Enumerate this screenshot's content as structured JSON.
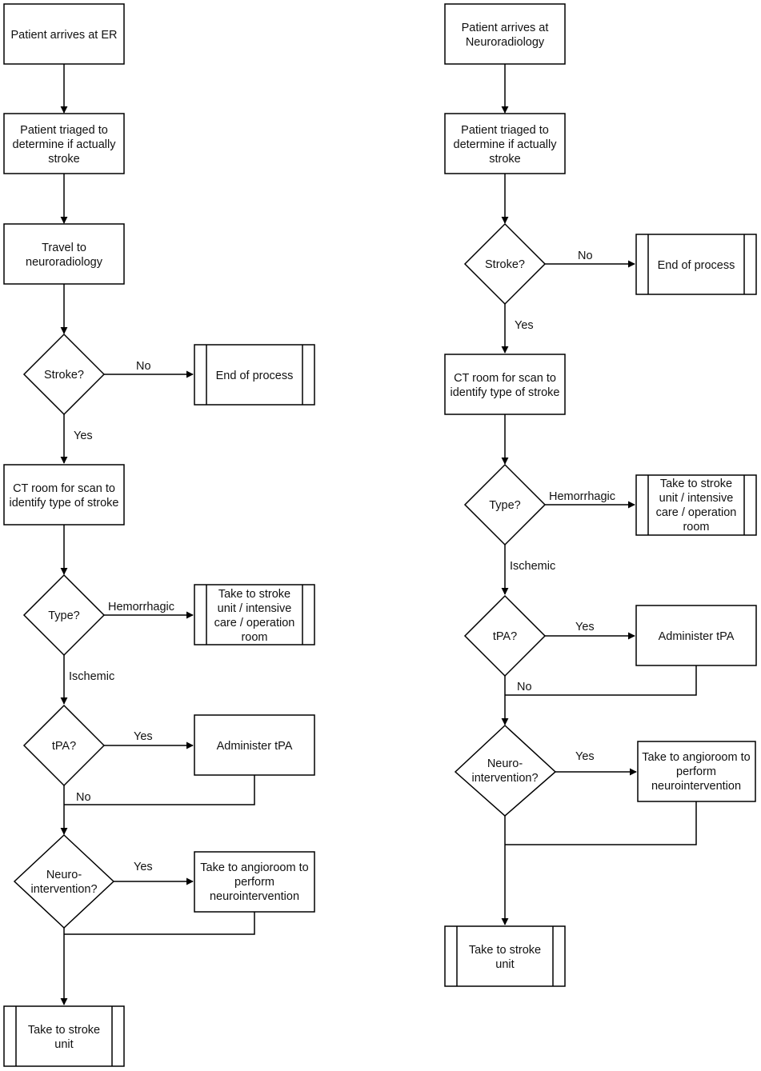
{
  "left": {
    "start": [
      "Patient arrives at ER"
    ],
    "triage": [
      "Patient triaged to",
      "determine if actually",
      "stroke"
    ],
    "travel": [
      "Travel to",
      "neuroradiology"
    ],
    "stroke_q": [
      "Stroke?"
    ],
    "end": [
      "End of process"
    ],
    "ct": [
      "CT room for scan to",
      "identify type of stroke"
    ],
    "type_q": [
      "Type?"
    ],
    "stroke_care": [
      "Take to stroke",
      "unit / intensive",
      "care / operation",
      "room"
    ],
    "tpa_q": [
      "tPA?"
    ],
    "administer": [
      "Administer tPA"
    ],
    "neuro_q": [
      "Neuro-",
      "intervention?"
    ],
    "angio": [
      "Take to angioroom to",
      "perform",
      "neurointervention"
    ],
    "stroke_unit": [
      "Take to stroke",
      "unit"
    ],
    "labels": {
      "no_stroke": "No",
      "yes_stroke": "Yes",
      "hemorrhagic": "Hemorrhagic",
      "ischemic": "Ischemic",
      "yes_tpa": "Yes",
      "no_tpa": "No",
      "yes_neuro": "Yes"
    }
  },
  "right": {
    "start": [
      "Patient arrives at",
      "Neuroradiology"
    ],
    "triage": [
      "Patient triaged to",
      "determine if actually",
      "stroke"
    ],
    "stroke_q": [
      "Stroke?"
    ],
    "end": [
      "End of process"
    ],
    "ct": [
      "CT room for scan to",
      "identify type of stroke"
    ],
    "type_q": [
      "Type?"
    ],
    "stroke_care": [
      "Take to stroke",
      "unit / intensive",
      "care / operation",
      "room"
    ],
    "tpa_q": [
      "tPA?"
    ],
    "administer": [
      "Administer tPA"
    ],
    "neuro_q": [
      "Neuro-",
      "intervention?"
    ],
    "angio": [
      "Take to angioroom to",
      "perform",
      "neurointervention"
    ],
    "stroke_unit": [
      "Take to stroke",
      "unit"
    ],
    "labels": {
      "no_stroke": "No",
      "yes_stroke": "Yes",
      "hemorrhagic": "Hemorrhagic",
      "ischemic": "Ischemic",
      "yes_tpa": "Yes",
      "no_tpa": "No",
      "yes_neuro": "Yes"
    }
  }
}
